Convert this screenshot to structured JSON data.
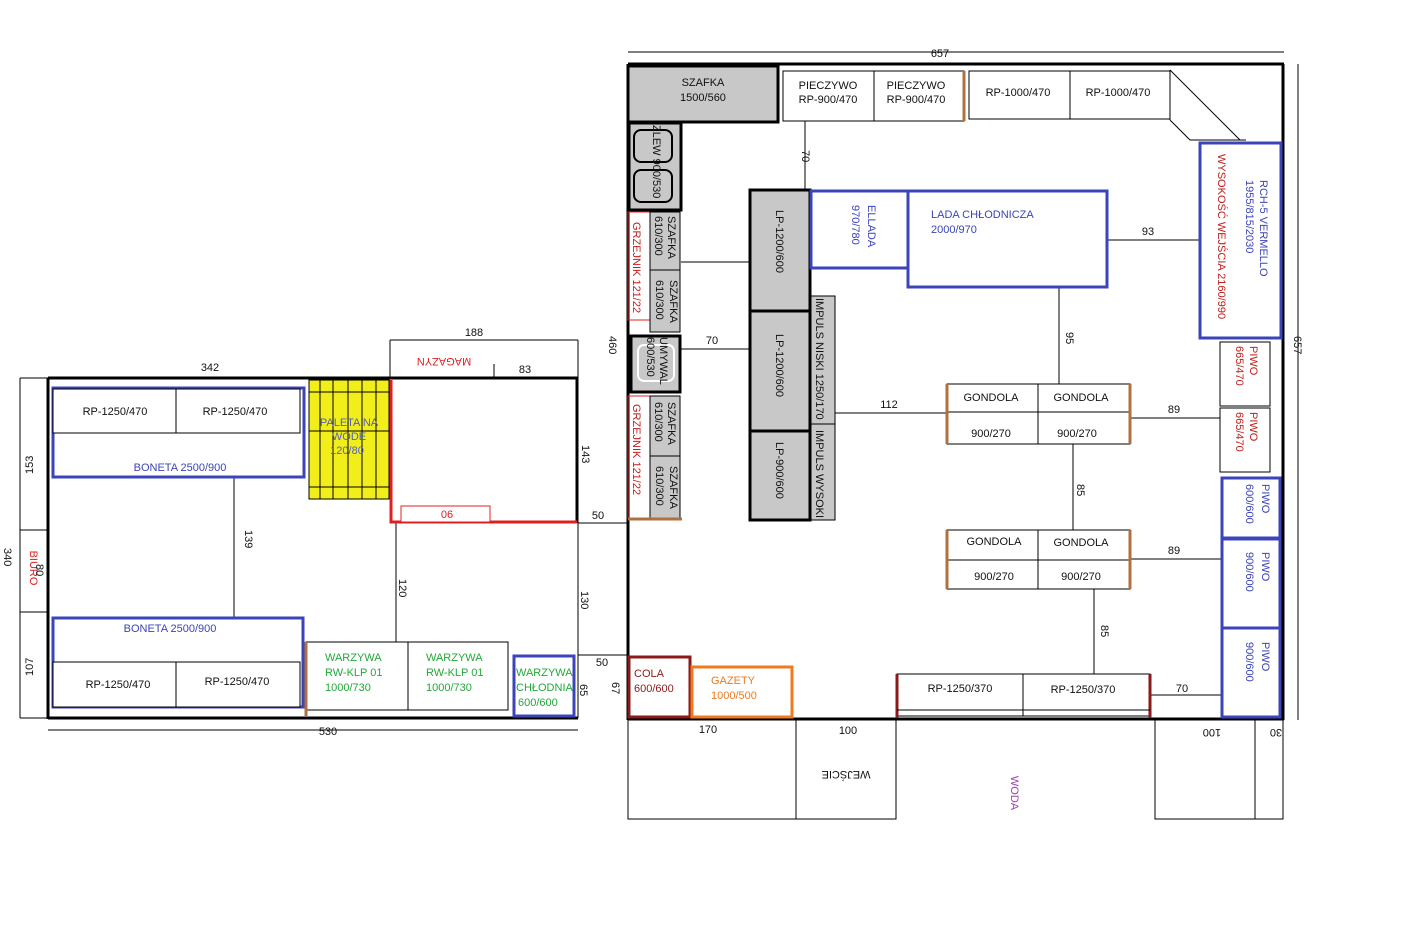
{
  "colors": {
    "wall": "#000000",
    "blue": "#3b44b8",
    "red": "#e02020",
    "darkred": "#8b1a1a",
    "green": "#22a83a",
    "orange": "#f07a20",
    "purple": "#a040b0",
    "grey": "#c8c8c8",
    "yellow": "#f2ee1a",
    "brown": "#b07040"
  },
  "dims": {
    "top_657": "657",
    "left_342": "342",
    "store_188": "188",
    "store_83": "83",
    "v_460": "460",
    "v_153": "153",
    "v_340": "340",
    "v_80": "80",
    "v_107": "107",
    "v_139": "139",
    "v_143": "143",
    "h_50a": "50",
    "v_130": "130",
    "v_120": "120",
    "h_50b": "50",
    "v_65": "65",
    "v_67": "67",
    "b_530": "530",
    "b_170": "170",
    "b_100a": "100",
    "b_100b": "100",
    "b_30": "30",
    "v_70a": "70",
    "h_70b": "70",
    "h_112": "112",
    "h_93": "93",
    "v_95": "95",
    "h_89a": "89",
    "v_85a": "85",
    "h_89b": "89",
    "v_85b": "85",
    "h_70c": "70",
    "r_657": "657"
  },
  "labels": {
    "szafka_top": [
      "SZAFKA",
      "1500/560"
    ],
    "pieczywo1": [
      "PIECZYWO",
      "RP-900/470"
    ],
    "pieczywo2": [
      "PIECZYWO",
      "RP-900/470"
    ],
    "rp1000a": "RP-1000/470",
    "rp1000b": "RP-1000/470",
    "zlew": "ZLEW 900/530",
    "grzejnik1": "GRZEJNIK 121/22",
    "grzejnik2": "GRZEJNIK 121/22",
    "szafka1": [
      "SZAFKA",
      "610/300"
    ],
    "szafka2": [
      "SZAFKA",
      "610/300"
    ],
    "szafka3": [
      "SZAFKA",
      "610/300"
    ],
    "szafka4": [
      "SZAFKA",
      "610/300"
    ],
    "umywal": [
      "UMYWAL",
      "600/530"
    ],
    "lp1": "LP-1200/600",
    "lp2": "LP-1200/600",
    "lp3": "LP-900/600",
    "impuls_niski": "IMPULS NISKI 1250/170",
    "impuls_wysoki": "IMPULS WYSOKI",
    "ellada": [
      "ELLADA",
      "970/780"
    ],
    "lada": [
      "LADA CHŁODNICZA",
      "2000/970"
    ],
    "rch": [
      "RCH-5 VERMELLO",
      "1955/815/2030"
    ],
    "wysokosc": "WYSOKOŚĆ WEJŚCIA 2160/990",
    "gondola": "GONDOLA",
    "g900": "900/270",
    "piwo_small1": [
      "PIWO",
      "665/470"
    ],
    "piwo_small2": [
      "PIWO",
      "665/470"
    ],
    "piwo_b1": [
      "PIWO",
      "600/600"
    ],
    "piwo_b2": [
      "PIWO",
      "900/600"
    ],
    "piwo_b3": [
      "PIWO",
      "900/600"
    ],
    "rp1250_370a": "RP-1250/370",
    "rp1250_370b": "RP-1250/370",
    "cola": [
      "COLA",
      "600/600"
    ],
    "gazety": [
      "GAZETY",
      "1000/500"
    ],
    "wejscie": "WEJŚCIE",
    "woda": "WODA",
    "magazyn": "MAGAZYN",
    "paleta": [
      "PALETA NA",
      "WODE",
      "120/80"
    ],
    "box06": "06",
    "rp1250_470": "RP-1250/470",
    "boneta": "BONETA 2500/900",
    "biuro": "BIURO",
    "warzywa": [
      "WARZYWA",
      "RW-KLP 01",
      "1000/730"
    ],
    "warzywa_ch": [
      "WARZYWA",
      "CHŁODNIA",
      "600/600"
    ]
  }
}
